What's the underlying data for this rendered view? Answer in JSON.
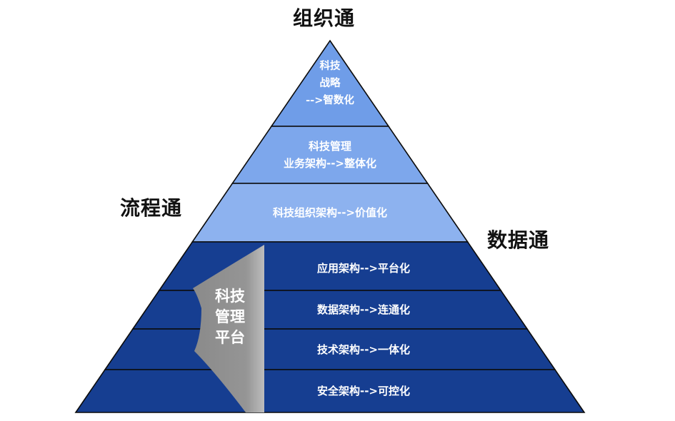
{
  "labels": {
    "top": "组织通",
    "left": "流程通",
    "right": "数据通"
  },
  "tiers": [
    {
      "lines": [
        "科技",
        "战略",
        "-->智数化"
      ],
      "color": "#6f9de8"
    },
    {
      "lines": [
        "科技管理",
        "业务架构-->整体化"
      ],
      "color": "#7da7ec"
    },
    {
      "lines": [
        "科技组织架构-->价值化"
      ],
      "color": "#8db2ef"
    },
    {
      "lines": [
        "应用架构-->平台化"
      ],
      "color": "#163e91"
    },
    {
      "lines": [
        "数据架构-->连通化"
      ],
      "color": "#163e91"
    },
    {
      "lines": [
        "技术架构-->一体化"
      ],
      "color": "#163e91"
    },
    {
      "lines": [
        "安全架构-->可控化"
      ],
      "color": "#163e91"
    }
  ],
  "platform": {
    "lines": [
      "科技",
      "管理",
      "平台"
    ],
    "color": "#8c8c8c"
  }
}
